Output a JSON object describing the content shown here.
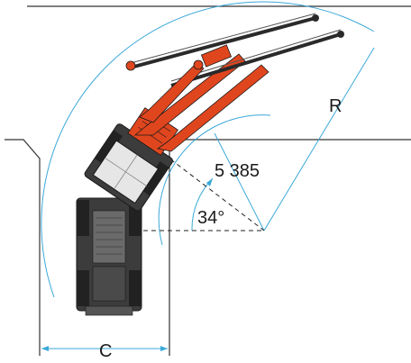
{
  "labels": {
    "radius": "R",
    "distance": "5 385",
    "angle": "34°",
    "width": "C"
  },
  "colors": {
    "dimension_line": "#3aa8d8",
    "boom_orange": "#e0461e",
    "boom_dark": "#2a2a2a",
    "chassis": "#3c3c3c",
    "chassis_light": "#6a6a6a",
    "cab_light": "#e6e6e6",
    "wall": "#333333",
    "text": "#1a1a1a"
  }
}
